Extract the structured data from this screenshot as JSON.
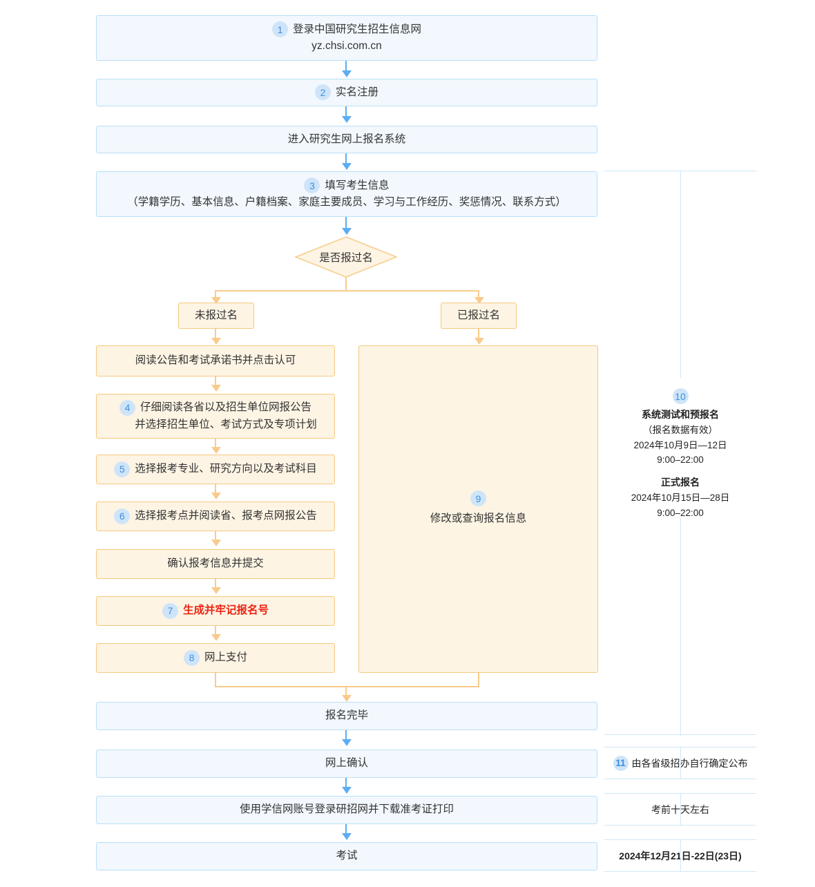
{
  "flow": {
    "step1": {
      "num": "1",
      "line1": "登录中国研究生招生信息网",
      "line2": "yz.chsi.com.cn"
    },
    "step2": {
      "num": "2",
      "text": "实名注册"
    },
    "step_enter": {
      "text": "进入研究生网上报名系统"
    },
    "step3": {
      "num": "3",
      "line1": "填写考生信息",
      "line2": "（学籍学历、基本信息、户籍档案、家庭主要成员、学习与工作经历、奖惩情况、联系方式）"
    },
    "decision": {
      "text": "是否报过名"
    },
    "branch_no": {
      "text": "未报过名"
    },
    "branch_yes": {
      "text": "已报过名"
    },
    "left_a": {
      "text": "阅读公告和考试承诺书并点击认可"
    },
    "step4": {
      "num": "4",
      "line1": "仔细阅读各省以及招生单位网报公告",
      "line2": "并选择招生单位、考试方式及专项计划"
    },
    "step5": {
      "num": "5",
      "text": "选择报考专业、研究方向以及考试科目"
    },
    "step6": {
      "num": "6",
      "text": "选择报考点并阅读省、报考点网报公告"
    },
    "left_b": {
      "text": "确认报考信息并提交"
    },
    "step7": {
      "num": "7",
      "text": "生成并牢记报名号"
    },
    "step8": {
      "num": "8",
      "text": "网上支付"
    },
    "step9": {
      "num": "9",
      "text": "修改或查询报名信息"
    },
    "done": {
      "text": "报名完毕"
    },
    "confirm": {
      "text": "网上确认"
    },
    "ticket": {
      "text": "使用学信网账号登录研招网并下载准考证打印"
    },
    "exam": {
      "text": "考试"
    }
  },
  "timeline": {
    "step10": {
      "num": "10",
      "title_a": "系统测试和预报名",
      "note_a": "（报名数据有效）",
      "date_a": "2024年10月9日—12日",
      "time_a": "9:00–22:00",
      "title_b": "正式报名",
      "date_b": "2024年10月15日—28日",
      "time_b": "9:00–22:00"
    },
    "step11": {
      "num": "11",
      "text": "由各省级招办自行确定公布"
    },
    "row_ticket": {
      "text": "考前十天左右"
    },
    "row_exam": {
      "text": "2024年12月21日-22日(23日)"
    }
  },
  "colors": {
    "blue_fill": "#f2f8fe",
    "blue_border": "#b9dff8",
    "orange_fill": "#fdf4e4",
    "orange_border": "#f5c87f",
    "blue_arrow": "#5dadf0",
    "orange_arrow": "#f8cb8c",
    "badge_bg": "#cfe4f8",
    "badge_text": "#3b8fe0",
    "accent_red": "#ee2211",
    "rule": "#cfe7f7"
  }
}
